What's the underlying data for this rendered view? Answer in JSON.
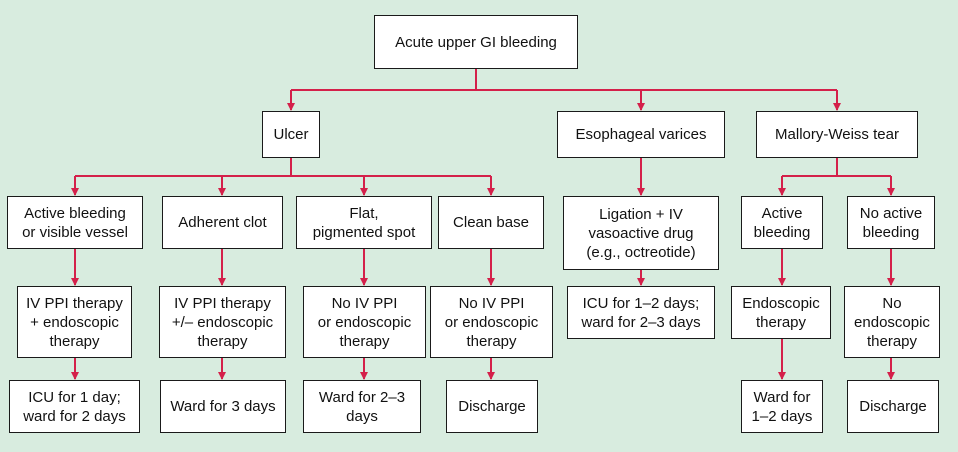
{
  "diagram": {
    "line_color": "#d4204a",
    "background": "#d8ecdf",
    "nodes": {
      "root": "Acute upper GI bleeding",
      "ulcer": "Ulcer",
      "varices": "Esophageal varices",
      "mallory": "Mallory-Weiss tear",
      "active_bleeding_vessel": "Active bleeding\nor visible vessel",
      "adherent_clot": "Adherent clot",
      "flat_spot": "Flat,\npigmented spot",
      "clean_base": "Clean base",
      "ligation": "Ligation + IV\nvasoactive drug\n(e.g., octreotide)",
      "mw_active": "Active\nbleeding",
      "mw_no_active": "No active\nbleeding",
      "tx_ppi_endo": "IV PPI therapy\n+ endoscopic\ntherapy",
      "tx_ppi_opt_endo": "IV PPI therapy\n+/– endoscopic\ntherapy",
      "tx_none_flat": "No IV PPI\nor endoscopic\ntherapy",
      "tx_none_clean": "No IV PPI\nor endoscopic\ntherapy",
      "tx_icu_ward_varices": "ICU for 1–2 days;\nward for 2–3 days",
      "tx_endo": "Endoscopic\ntherapy",
      "tx_no_endo": "No\nendoscopic\ntherapy",
      "out_icu_ward": "ICU for 1 day;\nward for 2 days",
      "out_ward3": "Ward for 3 days",
      "out_ward23": "Ward for 2–3\ndays",
      "out_discharge_clean": "Discharge",
      "out_ward12": "Ward for\n1–2 days",
      "out_discharge_mw": "Discharge"
    }
  }
}
